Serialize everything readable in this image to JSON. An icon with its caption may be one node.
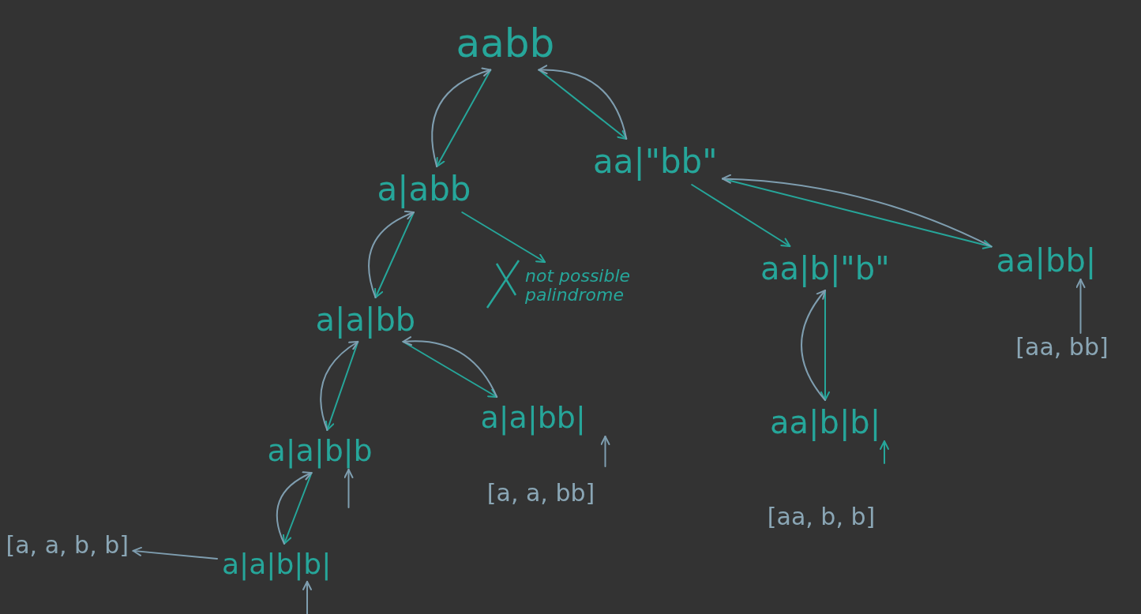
{
  "diagram": {
    "nodes": [
      {
        "text": [
          "aabb"
        ]
      },
      {
        "text": [
          "a|abb"
        ]
      },
      {
        "text": [
          "aa|\"bb\""
        ]
      },
      {
        "text": [
          "a|a|bb"
        ]
      },
      {
        "text": [
          "not possible palindrome"
        ]
      },
      {
        "text": [
          "aa|b|\"b\""
        ]
      },
      {
        "text": [
          "aa|bb|"
        ],
        "beside": [
          "[aa, bb]"
        ]
      },
      {
        "text": [
          "a|a|b|b"
        ]
      },
      {
        "text": [
          "a|a|bb|"
        ],
        "beside": [
          "[a, a, bb]"
        ]
      },
      {
        "text": [
          "aa|b|b|"
        ],
        "beside": [
          "[aa, b, b]"
        ]
      },
      {
        "text": [
          "a|a|b|b|"
        ]
      },
      {
        "text": [
          "[a, a, b, b]"
        ]
      }
    ],
    "edges": [
      {
        "from": 0,
        "to": 1,
        "arrow": "to",
        "color": "#26a69a"
      },
      {
        "from": 0,
        "to": 2,
        "arrow": "to",
        "color": "#26a69a"
      },
      {
        "from": 1,
        "to": 3,
        "arrow": "to",
        "color": "#26a69a"
      },
      {
        "from": 1,
        "to": 4,
        "arrow": "to",
        "color": "#26a69a"
      },
      {
        "from": 2,
        "to": 5,
        "arrow": "to",
        "color": "#26a69a"
      },
      {
        "from": 2,
        "to": 6,
        "arrow": "to",
        "color": "#26a69a"
      },
      {
        "from": 3,
        "to": 7,
        "arrow": "to",
        "color": "#26a69a"
      },
      {
        "from": 3,
        "to": 8,
        "arrow": "to",
        "color": "#26a69a"
      },
      {
        "from": 5,
        "to": 9,
        "arrow": "to",
        "color": "#26a69a"
      },
      {
        "from": 7,
        "to": 10,
        "arrow": "to",
        "color": "#26a69a"
      },
      {
        "from": 1,
        "to": 0,
        "arrow": "to"
      },
      {
        "from": 2,
        "to": 0,
        "arrow": "to"
      },
      {
        "from": 3,
        "to": 1,
        "arrow": "to"
      },
      {
        "from": 6,
        "to": 2,
        "arrow": "to"
      },
      {
        "from": 7,
        "to": 3,
        "arrow": "to"
      },
      {
        "from": 8,
        "to": 3,
        "arrow": "to"
      },
      {
        "from": 9,
        "to": 5,
        "arrow": "to"
      },
      {
        "from": 10,
        "to": 7,
        "arrow": "to"
      },
      {
        "from": 10,
        "to": 11,
        "arrow": "to"
      },
      {
        "from": null,
        "to": 6,
        "arrow": "to"
      },
      {
        "from": null,
        "to": 7,
        "arrow": "to"
      },
      {
        "from": null,
        "to": 8,
        "arrow": "to"
      },
      {
        "from": null,
        "to": 9,
        "arrow": "to",
        "color": "#26a69a"
      },
      {
        "from": null,
        "to": 10,
        "arrow": "to"
      }
    ]
  }
}
